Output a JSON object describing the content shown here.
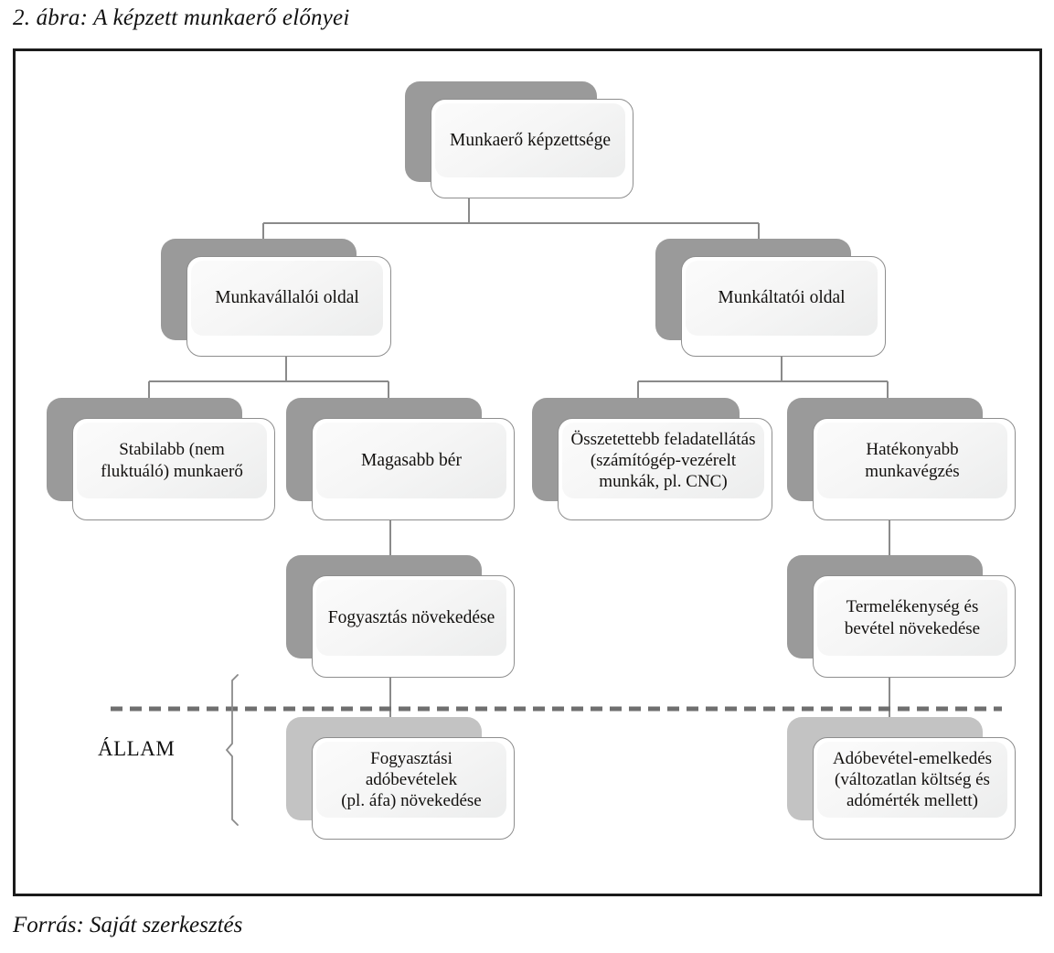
{
  "caption": "2. ábra: A képzett munkaerő előnyei",
  "source": "Forrás: Saját szerkesztés",
  "state_label": "ÁLLAM",
  "colors": {
    "frame_border": "#1b1b1b",
    "card_border": "#8e8e8e",
    "shadow_dark": "#9a9a9a",
    "shadow_light": "#c3c3c3",
    "connector": "#8a8a8a",
    "divider": "#6f6f6f",
    "panel_fill": "#f4f5f5",
    "text": "#12100e"
  },
  "nodes": {
    "root": {
      "label": "Munkaerő képzettsége"
    },
    "employee_side": {
      "label": "Munkavállalói oldal"
    },
    "employer_side": {
      "label": "Munkáltatói oldal"
    },
    "stable_workforce": {
      "label": "Stabilabb (nem\nfluktuáló) munkaerő"
    },
    "higher_wage": {
      "label": "Magasabb bér"
    },
    "complex_tasks": {
      "label": "Összetettebb feladatellátás\n(számítógép-vezérelt\nmunkák, pl. CNC)"
    },
    "efficient_work": {
      "label": "Hatékonyabb\nmunkavégzés"
    },
    "consumption_growth": {
      "label": "Fogyasztás növekedése"
    },
    "productivity_revenue": {
      "label": "Termelékenység és\nbevétel növekedése"
    },
    "consumption_tax": {
      "label": "Fogyasztási adóbevételek\n(pl. áfa) növekedése"
    },
    "tax_revenue_rise": {
      "label": "Adóbevétel-emelkedés\n(változatlan költség és\nadómérték mellett)"
    }
  },
  "chart_data": {
    "type": "diagram",
    "title": "2. ábra: A képzett munkaerő előnyei",
    "subtitle": "Forrás: Saját szerkesztés",
    "layout": "top-down tree, 2 branches, 4 levels, dashed state-separator near bottom",
    "levels": [
      [
        "Munkaerő képzettsége"
      ],
      [
        "Munkavállalói oldal",
        "Munkáltatói oldal"
      ],
      [
        "Stabilabb (nem fluktuáló) munkaerő",
        "Magasabb bér",
        "Összetettebb feladatellátás (számítógép-vezérelt munkák, pl. CNC)",
        "Hatékonyabb munkavégzés"
      ],
      [
        "Fogyasztás növekedése",
        "Termelékenység és bevétel növekedése"
      ],
      [
        "Fogyasztási adóbevételek (pl. áfa) növekedése",
        "Adóbevétel-emelkedés (változatlan költség és adómérték mellett)"
      ]
    ],
    "edges": [
      [
        "Munkaerő képzettsége",
        "Munkavállalói oldal"
      ],
      [
        "Munkaerő képzettsége",
        "Munkáltatói oldal"
      ],
      [
        "Munkavállalói oldal",
        "Stabilabb (nem fluktuáló) munkaerő"
      ],
      [
        "Munkavállalói oldal",
        "Magasabb bér"
      ],
      [
        "Munkáltatói oldal",
        "Összetettebb feladatellátás (számítógép-vezérelt munkák, pl. CNC)"
      ],
      [
        "Munkáltatói oldal",
        "Hatékonyabb munkavégzés"
      ],
      [
        "Magasabb bér",
        "Fogyasztás növekedése"
      ],
      [
        "Hatékonyabb munkavégzés",
        "Termelékenység és bevétel növekedése"
      ],
      [
        "Fogyasztás növekedése",
        "Fogyasztási adóbevételek (pl. áfa) növekedése"
      ],
      [
        "Termelékenység és bevétel növekedése",
        "Adóbevétel-emelkedés (változatlan költség és adómérték mellett)"
      ]
    ],
    "annotations": [
      {
        "text": "ÁLLAM",
        "type": "brace-group",
        "covers": [
          "Fogyasztási adóbevételek (pl. áfa) növekedése",
          "Adóbevétel-emelkedés (változatlan költség és adómérték mellett)"
        ]
      }
    ]
  }
}
